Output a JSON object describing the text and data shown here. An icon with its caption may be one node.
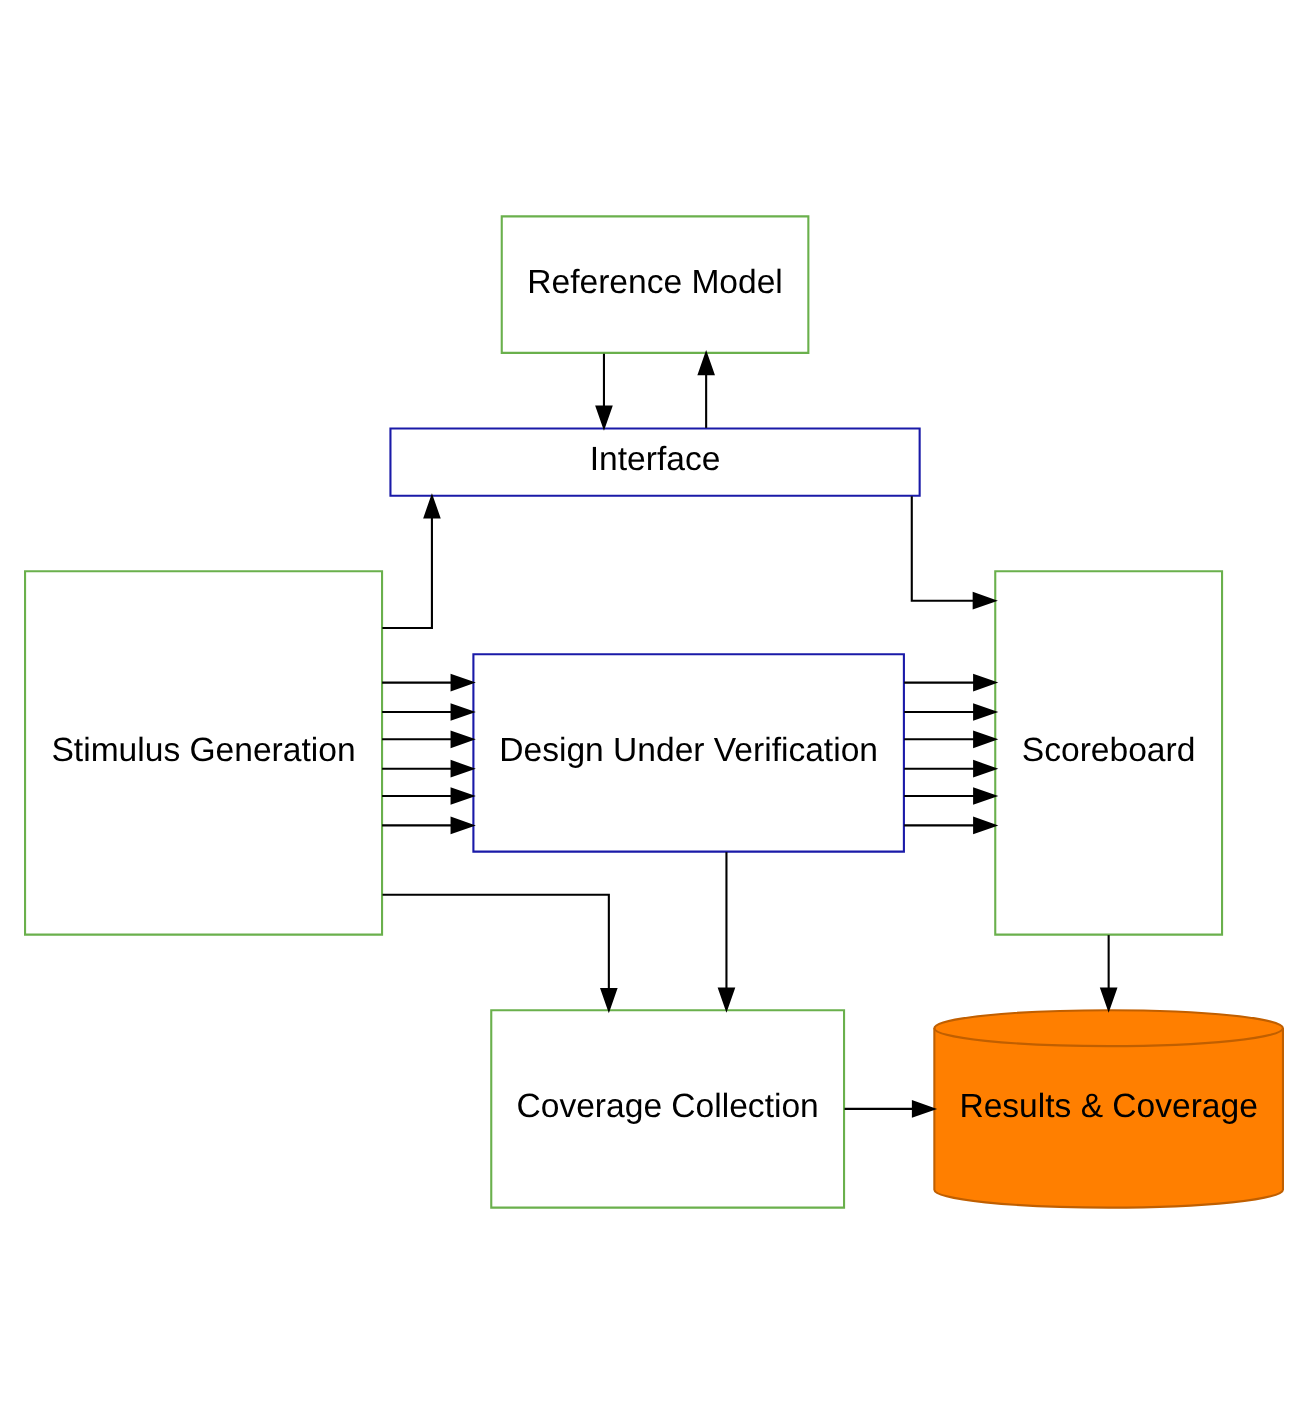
{
  "diagram": {
    "nodes": [
      {
        "text": [
          "Reference Model"
        ]
      },
      {
        "text": [
          "Interface"
        ]
      },
      {
        "text": [
          "Stimulus Generation"
        ]
      },
      {
        "text": [
          "Design Under Verification"
        ]
      },
      {
        "text": [
          "Scoreboard"
        ]
      },
      {
        "text": [
          "Coverage Collection"
        ]
      },
      {
        "text": [
          "Results & Coverage"
        ]
      }
    ],
    "edges": [
      {
        "from": 1,
        "to": 0,
        "arrow": "to"
      },
      {
        "from": 0,
        "to": 1,
        "arrow": "to"
      },
      {
        "from": 1,
        "to": 4,
        "arrow": "to"
      },
      {
        "from": 2,
        "to": 1,
        "arrow": "to"
      },
      {
        "from": 2,
        "to": 3,
        "arrow": "to"
      },
      {
        "from": 2,
        "to": 3,
        "arrow": "to"
      },
      {
        "from": 2,
        "to": 3,
        "arrow": "to"
      },
      {
        "from": 2,
        "to": 3,
        "arrow": "to"
      },
      {
        "from": 2,
        "to": 3,
        "arrow": "to"
      },
      {
        "from": 2,
        "to": 3,
        "arrow": "to"
      },
      {
        "from": 3,
        "to": 4,
        "arrow": "to"
      },
      {
        "from": 3,
        "to": 4,
        "arrow": "to"
      },
      {
        "from": 3,
        "to": 4,
        "arrow": "to"
      },
      {
        "from": 3,
        "to": 4,
        "arrow": "to"
      },
      {
        "from": 3,
        "to": 4,
        "arrow": "to"
      },
      {
        "from": 3,
        "to": 4,
        "arrow": "to"
      },
      {
        "from": 2,
        "to": 5,
        "arrow": "to"
      },
      {
        "from": 3,
        "to": 5,
        "arrow": "to"
      },
      {
        "from": 4,
        "to": 6,
        "arrow": "to"
      },
      {
        "from": 5,
        "to": 6,
        "arrow": "to"
      }
    ]
  }
}
